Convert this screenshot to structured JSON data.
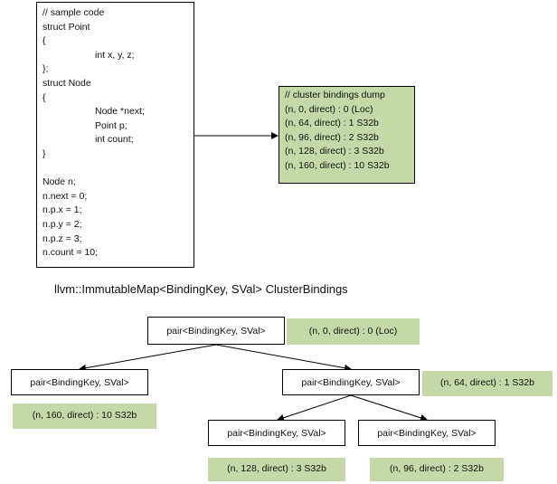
{
  "code": {
    "lines": [
      {
        "text": "// sample code",
        "indent": 0
      },
      {
        "text": "struct Point",
        "indent": 0
      },
      {
        "text": "{",
        "indent": 0
      },
      {
        "text": "int x, y, z;",
        "indent": 1
      },
      {
        "text": "};",
        "indent": 0
      },
      {
        "text": "struct Node",
        "indent": 0
      },
      {
        "text": "{",
        "indent": 0
      },
      {
        "text": "Node *next;",
        "indent": 1
      },
      {
        "text": "Point p;",
        "indent": 1
      },
      {
        "text": "int count;",
        "indent": 1
      },
      {
        "text": "}",
        "indent": 0
      },
      {
        "text": "",
        "indent": 0
      },
      {
        "text": "Node n;",
        "indent": 0
      },
      {
        "text": "n.next = 0;",
        "indent": 0
      },
      {
        "text": "n.p.x = 1;",
        "indent": 0
      },
      {
        "text": "n.p.y = 2;",
        "indent": 0
      },
      {
        "text": "n.p.z = 3;",
        "indent": 0
      },
      {
        "text": "n.count = 10;",
        "indent": 0
      }
    ]
  },
  "dump": {
    "lines": [
      "// cluster bindings dump",
      "(n, 0, direct) : 0 (Loc)",
      "(n, 64, direct) : 1 S32b",
      "(n, 96, direct) : 2 S32b",
      "(n, 128, direct) : 3 S32b",
      "(n, 160, direct) : 10 S32b"
    ]
  },
  "map_title": "llvm::ImmutableMap<BindingKey, SVal> ClusterBindings",
  "tree": {
    "root": {
      "label": "pair<BindingKey, SVal>",
      "value": "(n, 0, direct) : 0 (Loc)"
    },
    "left": {
      "label": "pair<BindingKey, SVal>",
      "value": "(n, 160, direct) : 10 S32b"
    },
    "right": {
      "label": "pair<BindingKey, SVal>",
      "value": "(n, 64, direct) : 1 S32b"
    },
    "right_left": {
      "label": "pair<BindingKey, SVal>",
      "value": "(n, 128, direct) : 3 S32b"
    },
    "right_right": {
      "label": "pair<BindingKey, SVal>",
      "value": "(n, 96, direct) : 2 S32b"
    }
  },
  "colors": {
    "value_fill": "#c5d9a8",
    "line": "#000000"
  }
}
